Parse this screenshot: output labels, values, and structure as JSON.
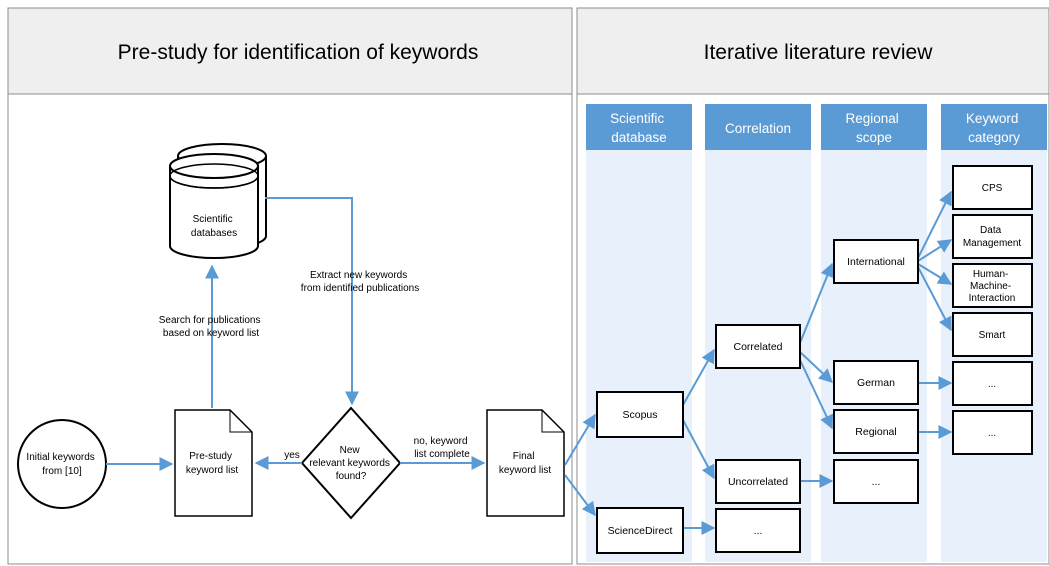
{
  "left_panel": {
    "title": "Pre-study for identification of keywords",
    "initial": [
      "Initial keywords",
      "from [10]"
    ],
    "database": [
      "Scientific",
      "databases"
    ],
    "prestudy": [
      "Pre-study",
      "keyword list"
    ],
    "decision": [
      "New",
      "relevant keywords",
      "found?"
    ],
    "final": [
      "Final",
      "keyword list"
    ],
    "label_search": [
      "Search for publications",
      "based on keyword list"
    ],
    "label_extract": [
      "Extract new keywords",
      "from identified publications"
    ],
    "label_yes": "yes",
    "label_no": [
      "no, keyword",
      "list complete"
    ]
  },
  "right_panel": {
    "title": "Iterative literature review",
    "columns": [
      [
        "Scientific",
        "database"
      ],
      [
        "Correlation"
      ],
      [
        "Regional",
        "scope"
      ],
      [
        "Keyword",
        "category"
      ]
    ],
    "databases": [
      "Scopus",
      "ScienceDirect"
    ],
    "correlation": [
      "Correlated",
      "Uncorrelated",
      "..."
    ],
    "regional": [
      "International",
      "German",
      "Regional",
      "..."
    ],
    "categories": [
      [
        "CPS"
      ],
      [
        "Data",
        "Management"
      ],
      [
        "Human-",
        "Machine-",
        "Interaction"
      ],
      [
        "Smart"
      ],
      [
        "..."
      ],
      [
        "..."
      ]
    ]
  },
  "colors": {
    "arrow": "#5b9bd5",
    "column_header": "#5b9bd5",
    "column_body": "#e8f0fb",
    "title_band": "#efefef"
  }
}
